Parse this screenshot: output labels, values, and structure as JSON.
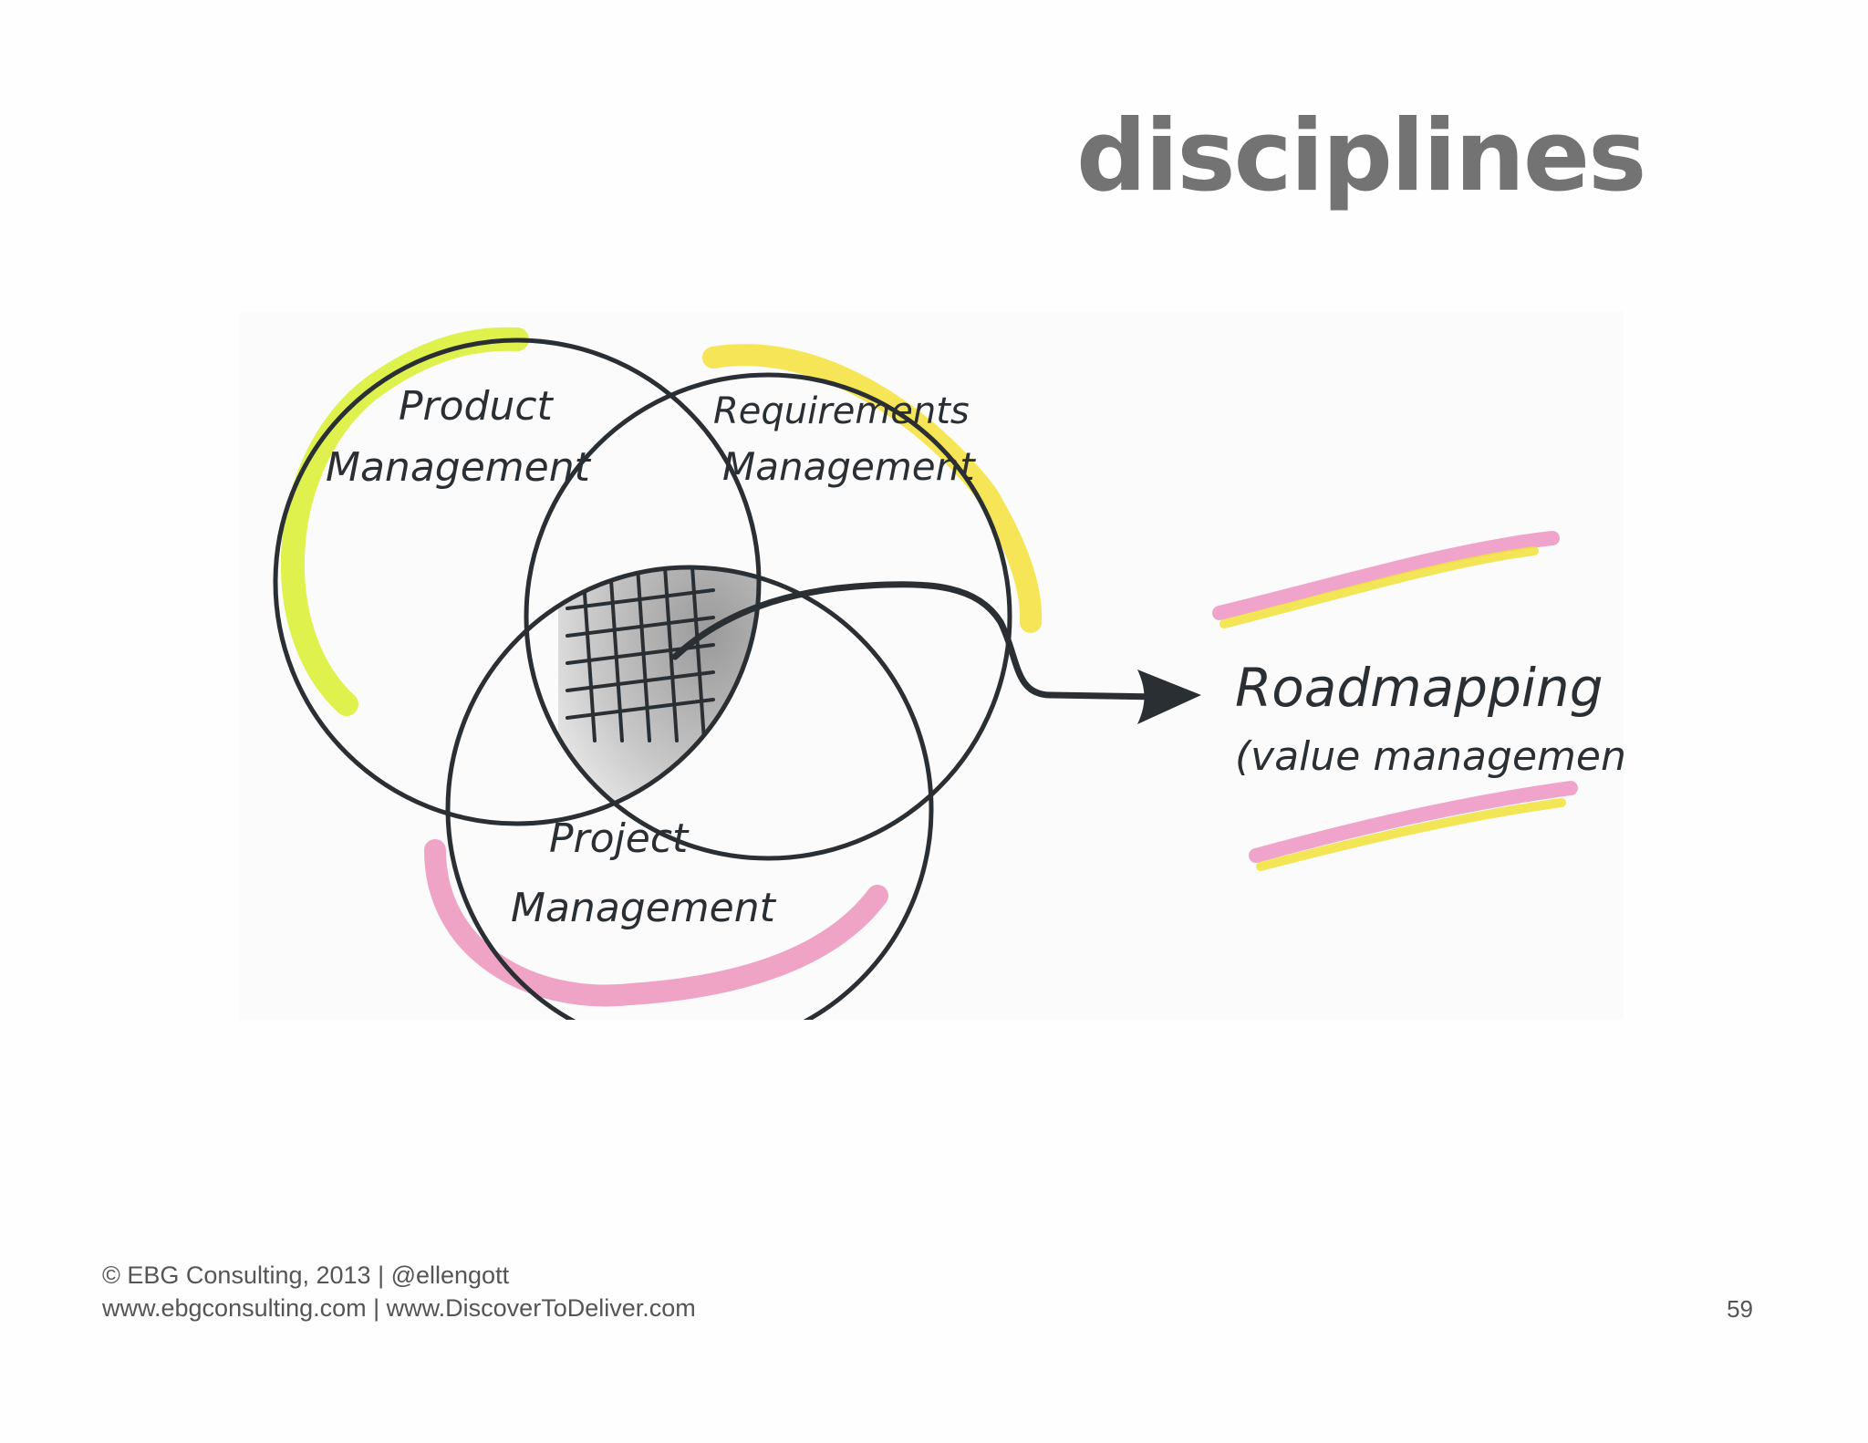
{
  "slide": {
    "title": "disciplines",
    "page_number": "59"
  },
  "diagram": {
    "circles": {
      "product": {
        "line1": "Product",
        "line2": "Management"
      },
      "requirements": {
        "line1": "Requirements",
        "line2": "Management"
      },
      "project": {
        "line1": "Project",
        "line2": "Management"
      }
    },
    "outcome": {
      "line1": "Roadmapping",
      "line2": "(value management)"
    },
    "colors": {
      "ink": "#2a2f33",
      "product_highlight": "#d8ee2e",
      "requirements_highlight": "#f3e13a",
      "project_highlight": "#ee8fb8",
      "outcome_highlight_pink": "#ef8fbf",
      "outcome_highlight_yellow": "#f0e23a",
      "intersection_fill": "#8a8a8a"
    }
  },
  "footer": {
    "line1": "© EBG Consulting, 2013  | @ellengott",
    "line2": "www.ebgconsulting.com | www.DiscoverToDeliver.com"
  }
}
